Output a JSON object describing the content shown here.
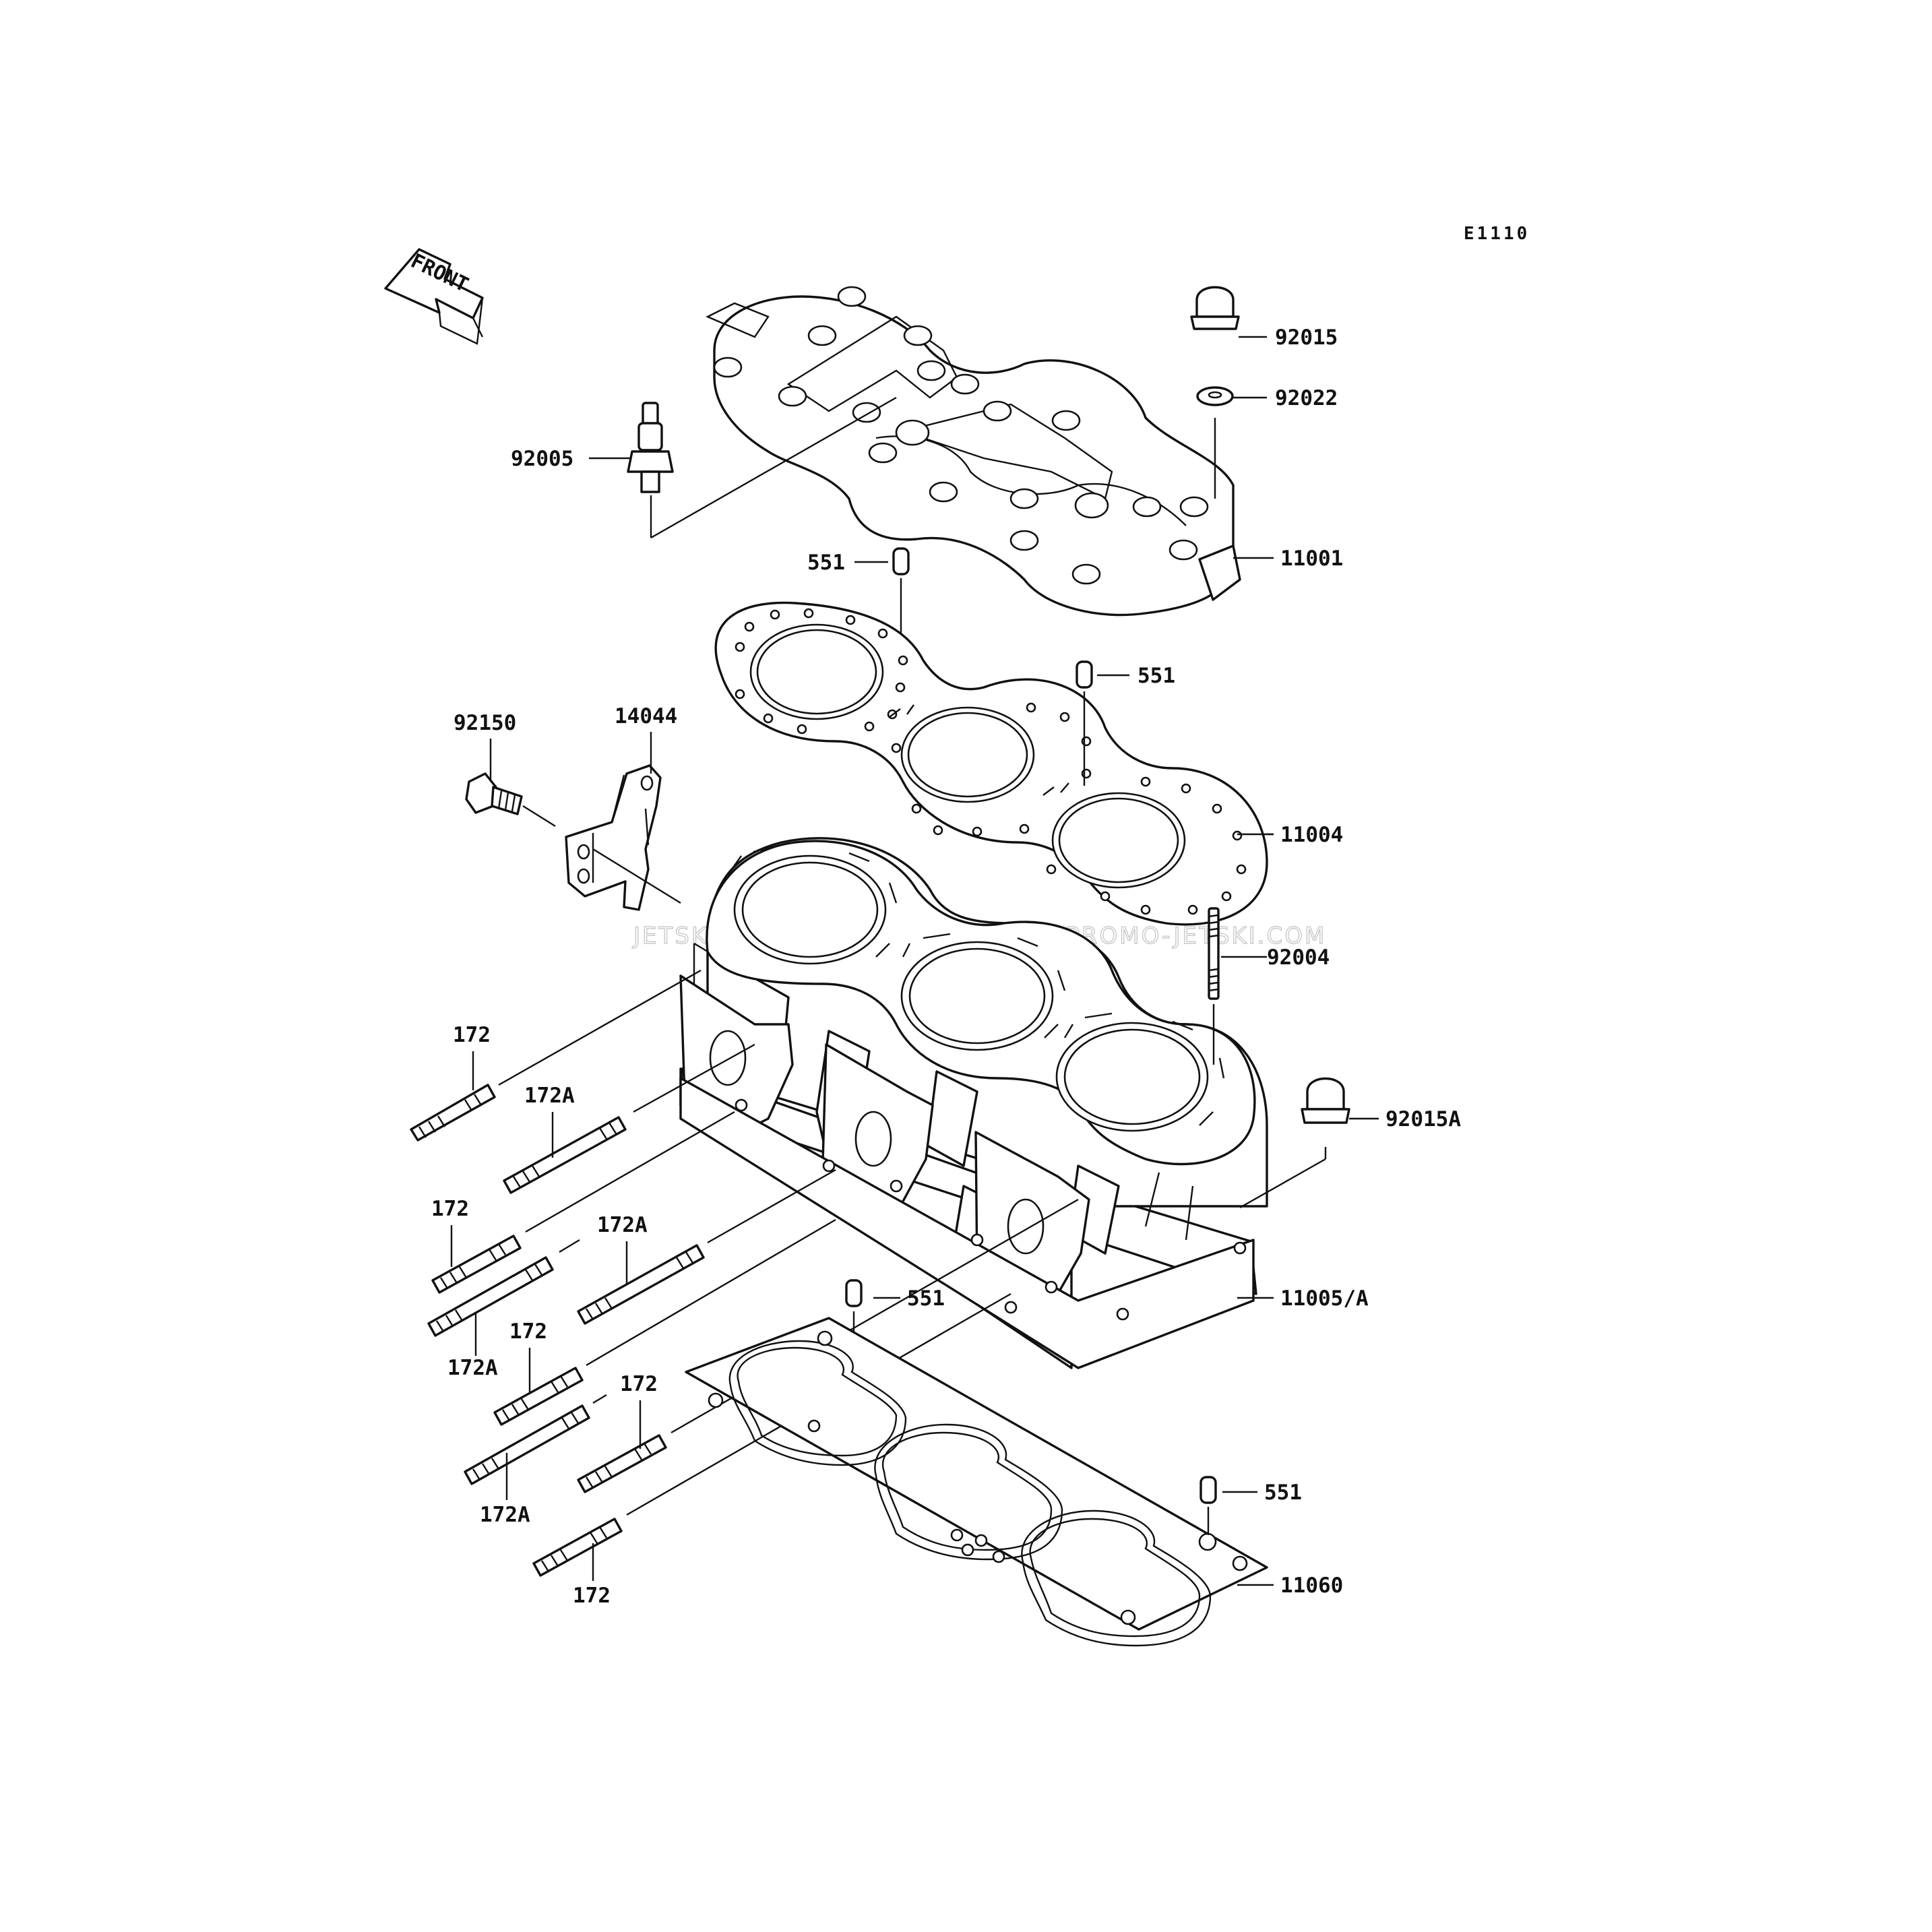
{
  "page": {
    "diagram_code": "E1110",
    "front_label": "FRONT",
    "watermark": "JETSKI.COM  PROMO-JETSKI.COM  PROMO-JETSKI.COM"
  },
  "parts": {
    "cap_nut": "92015",
    "washer": "92022",
    "fitting": "92005",
    "cylinder_head": "11001",
    "dowel_head_left": "551",
    "dowel_head_right": "551",
    "head_gasket": "11004",
    "bolt": "92150",
    "bracket": "14044",
    "stud_long": "92004",
    "cap_nut_a": "92015A",
    "cylinder": "11005/A",
    "dowel_base_left": "551",
    "dowel_base_right": "551",
    "base_gasket": "11060",
    "stud_1": "172",
    "stud_a_1": "172A",
    "stud_2": "172",
    "stud_a_2": "172A",
    "stud_a_3": "172A",
    "stud_3": "172",
    "stud_4": "172",
    "stud_a_4": "172A",
    "stud_5": "172"
  }
}
